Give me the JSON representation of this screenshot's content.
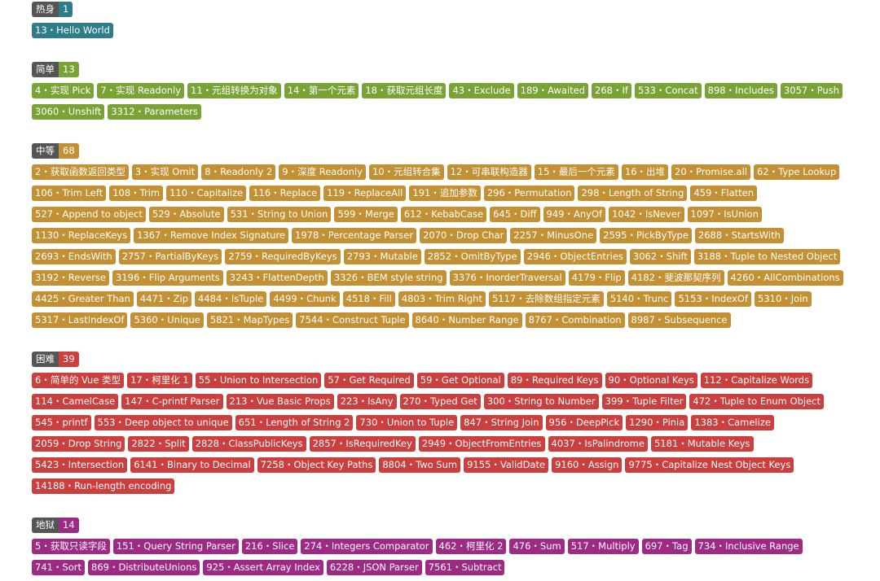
{
  "sections": [
    {
      "label": "热身",
      "count": "1",
      "color": "#2f7c8a",
      "items": [
        "13・Hello World"
      ]
    },
    {
      "label": "简单",
      "count": "13",
      "color": "#7aa336",
      "items": [
        "4・实现 Pick",
        "7・实现 Readonly",
        "11・元组转换为对象",
        "14・第一个元素",
        "18・获取元组长度",
        "43・Exclude",
        "189・Awaited",
        "268・If",
        "533・Concat",
        "898・Includes",
        "3057・Push",
        "3060・Unshift",
        "3312・Parameters"
      ]
    },
    {
      "label": "中等",
      "count": "68",
      "color": "#c49034",
      "items": [
        "2・获取函数返回类型",
        "3・实现 Omit",
        "8・Readonly 2",
        "9・深度 Readonly",
        "10・元组转合集",
        "12・可串联构造器",
        "15・最后一个元素",
        "16・出堆",
        "20・Promise.all",
        "62・Type Lookup",
        "106・Trim Left",
        "108・Trim",
        "110・Capitalize",
        "116・Replace",
        "119・ReplaceAll",
        "191・追加参数",
        "296・Permutation",
        "298・Length of String",
        "459・Flatten",
        "527・Append to object",
        "529・Absolute",
        "531・String to Union",
        "599・Merge",
        "612・KebabCase",
        "645・Diff",
        "949・AnyOf",
        "1042・IsNever",
        "1097・IsUnion",
        "1130・ReplaceKeys",
        "1367・Remove Index Signature",
        "1978・Percentage Parser",
        "2070・Drop Char",
        "2257・MinusOne",
        "2595・PickByType",
        "2688・StartsWith",
        "2693・EndsWith",
        "2757・PartialByKeys",
        "2759・RequiredByKeys",
        "2793・Mutable",
        "2852・OmitByType",
        "2946・ObjectEntries",
        "3062・Shift",
        "3188・Tuple to Nested Object",
        "3192・Reverse",
        "3196・Flip Arguments",
        "3243・FlattenDepth",
        "3326・BEM style string",
        "3376・InorderTraversal",
        "4179・Flip",
        "4182・斐波那契序列",
        "4260・AllCombinations",
        "4425・Greater Than",
        "4471・Zip",
        "4484・IsTuple",
        "4499・Chunk",
        "4518・Fill",
        "4803・Trim Right",
        "5117・去除数组指定元素",
        "5140・Trunc",
        "5153・IndexOf",
        "5310・Join",
        "5317・LastIndexOf",
        "5360・Unique",
        "5821・MapTypes",
        "7544・Construct Tuple",
        "8640・Number Range",
        "8767・Combination",
        "8987・Subsequence"
      ]
    },
    {
      "label": "困难",
      "count": "39",
      "color": "#cc3f3f",
      "items": [
        "6・简单的 Vue 类型",
        "17・柯里化 1",
        "55・Union to Intersection",
        "57・Get Required",
        "59・Get Optional",
        "89・Required Keys",
        "90・Optional Keys",
        "112・Capitalize Words",
        "114・CamelCase",
        "147・C-printf Parser",
        "213・Vue Basic Props",
        "223・IsAny",
        "270・Typed Get",
        "300・String to Number",
        "399・Tuple Filter",
        "472・Tuple to Enum Object",
        "545・printf",
        "553・Deep object to unique",
        "651・Length of String 2",
        "730・Union to Tuple",
        "847・String Join",
        "956・DeepPick",
        "1290・Pinia",
        "1383・Camelize",
        "2059・Drop String",
        "2822・Split",
        "2828・ClassPublicKeys",
        "2857・IsRequiredKey",
        "2949・ObjectFromEntries",
        "4037・IsPalindrome",
        "5181・Mutable Keys",
        "5423・Intersection",
        "6141・Binary to Decimal",
        "7258・Object Key Paths",
        "8804・Two Sum",
        "9155・ValidDate",
        "9160・Assign",
        "9775・Capitalize Nest Object Keys",
        "14188・Run-length encoding"
      ]
    },
    {
      "label": "地狱",
      "count": "14",
      "color": "#9e2a86",
      "items": [
        "5・获取只读字段",
        "151・Query String Parser",
        "216・Slice",
        "274・Integers Comparator",
        "462・柯里化 2",
        "476・Sum",
        "517・Multiply",
        "697・Tag",
        "734・Inclusive Range",
        "741・Sort",
        "869・DistributeUnions",
        "925・Assert Array Index",
        "6228・JSON Parser",
        "7561・Subtract"
      ]
    }
  ]
}
